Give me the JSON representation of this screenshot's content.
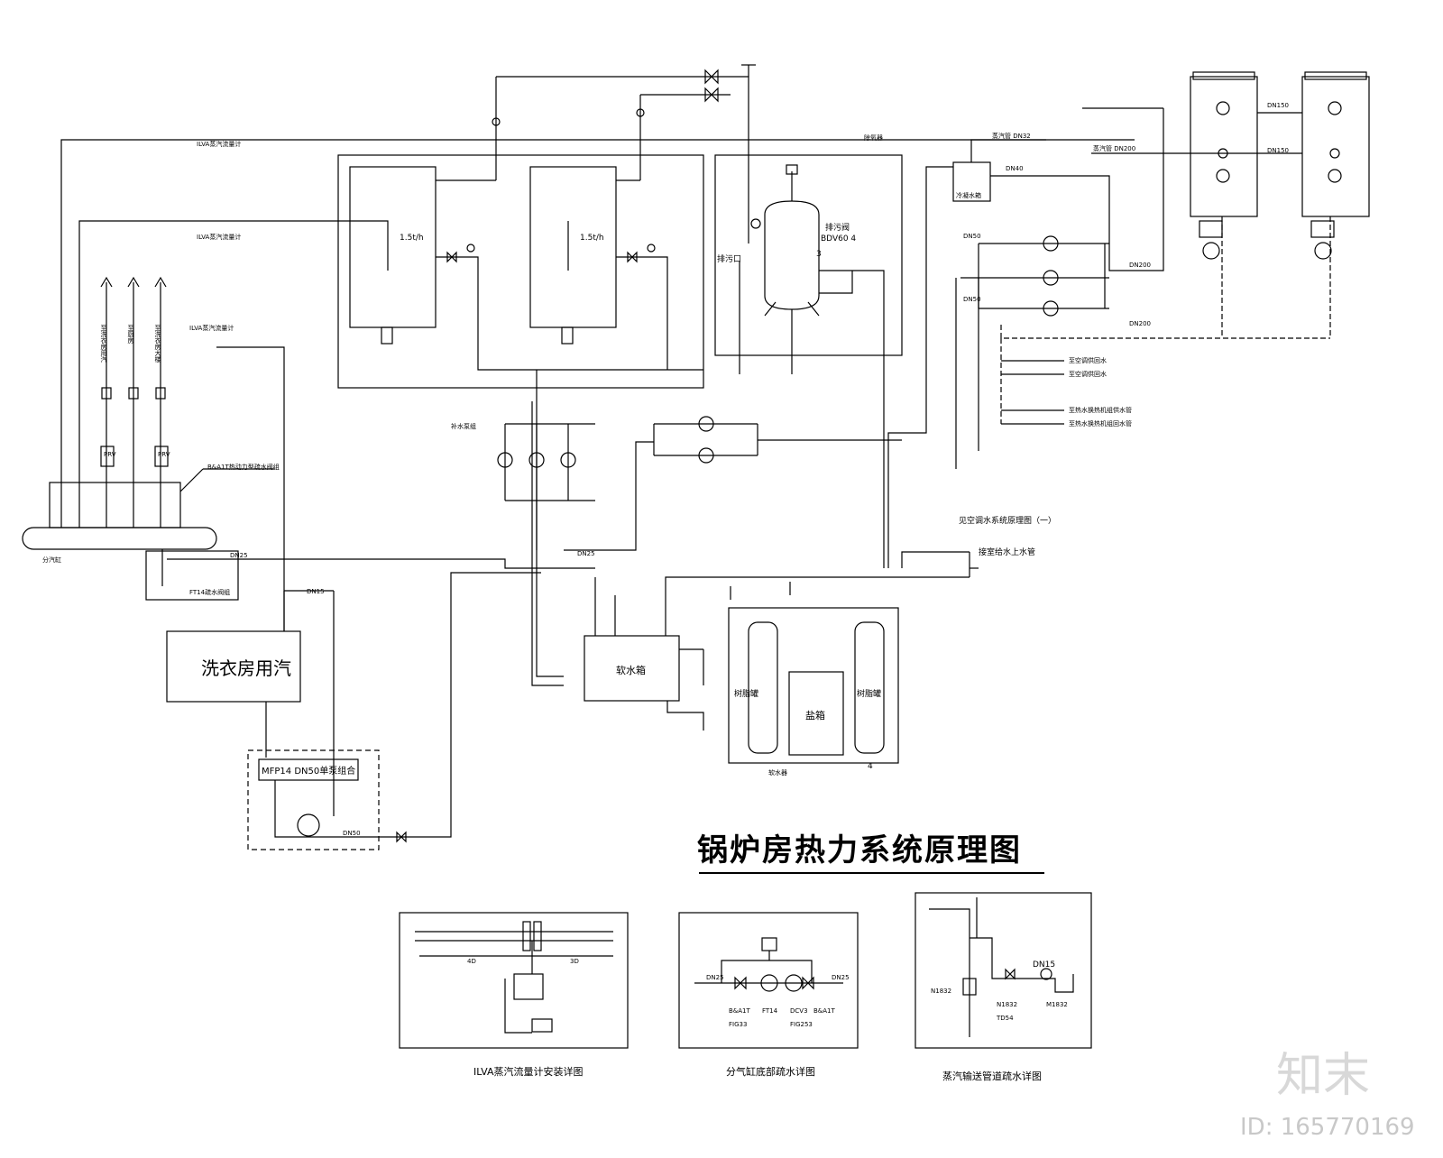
{
  "drawing": {
    "title": "锅炉房热力系统原理图",
    "laundry_steam": "洗衣房用汽",
    "pump_group": "MFP14 DN50单泵组合",
    "soft_water_tank": "软水箱",
    "salt_tank": "盐箱",
    "resin_tank": "树脂罐",
    "resin_tank_2": "树脂罐",
    "boiler_capacity_1": "1.5t/h",
    "boiler_capacity_2": "1.5t/h",
    "blowdown_tank_model": "BDV60 4",
    "blowdown_valve": "排污阀",
    "blowdown_outlet": "排污口",
    "blowdown_number": "3",
    "softener_number": "4",
    "meter_label_1": "ILVA蒸汽流量计",
    "meter_label_2": "ILVA蒸汽流量计",
    "meter_label_3": "ILVA蒸汽流量计",
    "header_label": "B&A1T热动力型疏水阀组",
    "trap_label": "FT14疏水阀组",
    "header_name": "分汽缸",
    "see_reference": "见空调水系统原理图（一）",
    "water_supply_note": "接室给水上水管",
    "steam_pipe_1": "蒸汽管 DN32",
    "steam_pipe_2": "蒸汽管 DN200",
    "tank_label": "冷凝水箱",
    "prv_1": "PRV",
    "prv_2": "PRV",
    "dn_labels": {
      "a": "DN25",
      "b": "DN25",
      "c": "DN15",
      "d": "DN50",
      "e": "DN50",
      "f": "DN200",
      "g": "DN200",
      "h": "DN150",
      "i": "DN150",
      "j": "DN50",
      "k": "DN15",
      "l": "DN40"
    },
    "branch_labels": [
      "至洗衣房用汽",
      "至厨房",
      "至洗衣房大楼"
    ],
    "right_outlets": [
      "至空调供回水",
      "至空调供回水",
      "至热水换热机组供水管",
      "至热水换热机组回水管"
    ],
    "sub_captions": {
      "a": "补水泵组",
      "b": "软水器",
      "c": "除氧器"
    },
    "watermark": "知末",
    "watermark_id": "ID: 165770169"
  },
  "details": [
    {
      "caption": "ILVA蒸汽流量计安装详图",
      "labels": [
        "4D",
        "3D"
      ]
    },
    {
      "caption": "分气缸底部疏水详图",
      "labels": [
        "DN25",
        "DN25",
        "B&A1T",
        "FT14",
        "DCV3",
        "B&A1T",
        "FIG33",
        "FIG253"
      ]
    },
    {
      "caption": "蒸汽输送管道疏水详图",
      "labels": [
        "DN15",
        "N1832",
        "N1832",
        "M1832",
        "TD54"
      ]
    }
  ]
}
